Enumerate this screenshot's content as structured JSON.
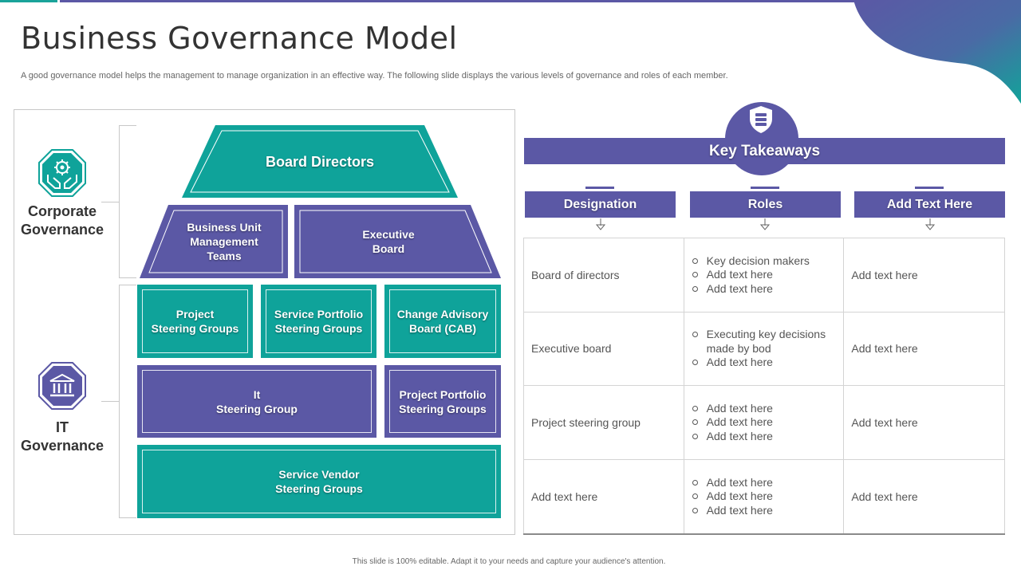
{
  "page": {
    "title": "Business Governance Model",
    "subtitle": "A good governance model helps the management to manage organization in an effective way.  The following slide displays the various levels of governance and roles of each member.",
    "footer": "This slide is 100% editable.  Adapt it to your needs and capture your audience's attention."
  },
  "colors": {
    "teal": "#0fa39a",
    "purple": "#5b58a5"
  },
  "governance": [
    {
      "label": "Corporate\nGovernance",
      "icon": "hands-gear-icon"
    },
    {
      "label": "IT\nGovernance",
      "icon": "bank-building-icon"
    }
  ],
  "pyramid": {
    "board_directors": "Board Directors",
    "business_unit": "Business Unit\nManagement\nTeams",
    "executive_board": "Executive\nBoard",
    "project_steering": "Project\nSteering Groups",
    "service_portfolio": "Service Portfolio\nSteering Groups",
    "change_advisory": "Change Advisory\nBoard (CAB)",
    "it_steering": "It\nSteering Group",
    "project_portfolio": "Project Portfolio\nSteering Groups",
    "service_vendor": "Service Vendor\nSteering Groups"
  },
  "takeaways": {
    "title": "Key Takeaways",
    "icon": "shield-server-icon",
    "columns": [
      "Designation",
      "Roles",
      "Add Text Here"
    ],
    "rows": [
      {
        "designation": "Board of directors",
        "roles": [
          "Key decision makers",
          "Add text here",
          "Add text here"
        ],
        "extra": "Add text here"
      },
      {
        "designation": "Executive board",
        "roles": [
          "Executing key decisions made by bod",
          "Add text here"
        ],
        "extra": "Add text here"
      },
      {
        "designation": "Project steering group",
        "roles": [
          "Add text here",
          "Add text here",
          "Add text here"
        ],
        "extra": "Add text here"
      },
      {
        "designation": "Add text here",
        "roles": [
          "Add text here",
          "Add text here",
          "Add text here"
        ],
        "extra": "Add text here"
      }
    ]
  }
}
